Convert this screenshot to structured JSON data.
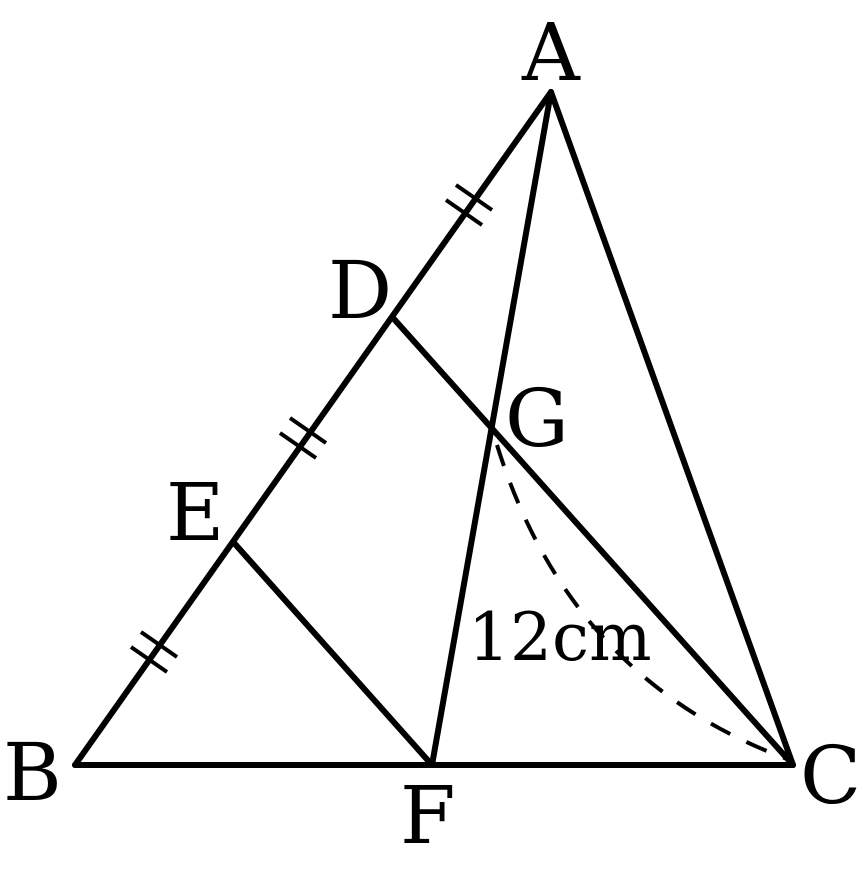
{
  "points": {
    "A": "A",
    "B": "B",
    "C": "C",
    "D": "D",
    "E": "E",
    "F": "F",
    "G": "G"
  },
  "measurement": "12cm"
}
